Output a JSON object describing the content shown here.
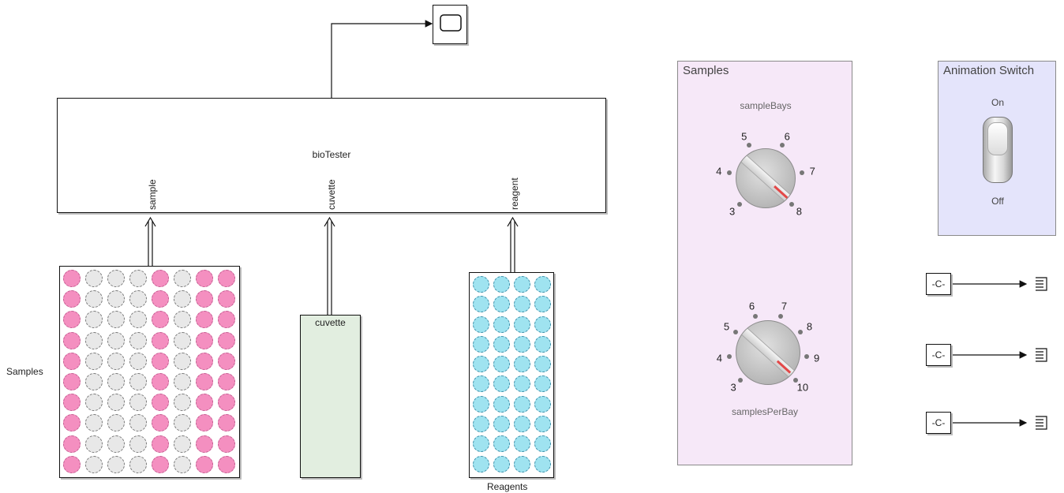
{
  "diagram": {
    "biotester": {
      "name": "bioTester",
      "ports": [
        "sample",
        "cuvette",
        "reagent"
      ]
    },
    "samples_plate": {
      "label": "Samples",
      "rows": 10,
      "cols": 8,
      "pink_columns": [
        0,
        4,
        6,
        7
      ]
    },
    "cuvette_block": {
      "label": "cuvette"
    },
    "reagents_plate": {
      "label": "Reagents",
      "rows": 10,
      "cols": 4
    },
    "constants": [
      {
        "label": "-C-"
      },
      {
        "label": "-C-"
      },
      {
        "label": "-C-"
      }
    ]
  },
  "samples_panel": {
    "title": "Samples",
    "knob1": {
      "label": "sampleBays",
      "ticks": [
        "3",
        "4",
        "5",
        "6",
        "7",
        "8"
      ]
    },
    "knob2": {
      "label": "samplesPerBay",
      "ticks": [
        "3",
        "4",
        "5",
        "6",
        "7",
        "8",
        "9",
        "10"
      ]
    }
  },
  "animation_panel": {
    "title": "Animation Switch",
    "on_label": "On",
    "off_label": "Off"
  },
  "colors": {
    "sample_well": "#f48fc0",
    "empty_well": "#e8e8e8",
    "reagent_well": "#9fe3f0",
    "cuvette_fill": "#e2eee0",
    "samples_panel_bg": "#f6e8f8",
    "animation_panel_bg": "#e4e4fb"
  }
}
